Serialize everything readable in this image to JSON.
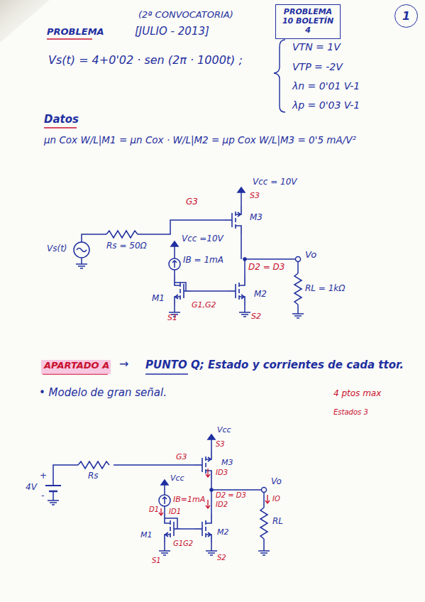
{
  "diagram": {
    "nodes": [
      {
        "text": [
          "PROBLEMA 10 BOLETÍN 4"
        ]
      },
      {
        "text": [
          "1"
        ]
      }
    ],
    "labels": [
      "(2ª CONVOCATORIA)",
      "PROBLEMA",
      "[JULIO - 2013]",
      "Vs(t) = 4+0'02 · sen (2π · 1000t) ;",
      "VTN = 1V",
      "VTP = -2V",
      "λn = 0'01 V-1",
      "λp = 0'03 V-1",
      "Datos",
      "μn Cox W/L|M1 = μn Cox · W/L|M2 = μp Cox W/L|M3 = 0'5 mA/V²",
      "Vcc = 10V",
      "S3",
      "G3",
      "M3",
      "Rs = 50Ω",
      "Vs(t)",
      "Vcc =10V",
      "IB = 1mA",
      "D2 = D3",
      "Vo",
      "M1",
      "M2",
      "S1",
      "G1,G2",
      "S2",
      "RL = 1kΩ",
      "APARTADO A",
      "→",
      "PUNTO Q; Estado y corrientes de cada ttor.",
      "4 ptos max",
      "Estados 3",
      "• Modelo de gran señal.",
      "Vcc",
      "S3",
      "G3",
      "M3",
      "ID3",
      "4V",
      "+",
      "-",
      "Rs",
      "Vcc",
      "IB=1mA",
      "D1",
      "ID1",
      "ID2",
      "D2 = D3",
      "Vo",
      "IO",
      "RL",
      "M1",
      "M2",
      "S1",
      "G1G2",
      "S2"
    ]
  }
}
